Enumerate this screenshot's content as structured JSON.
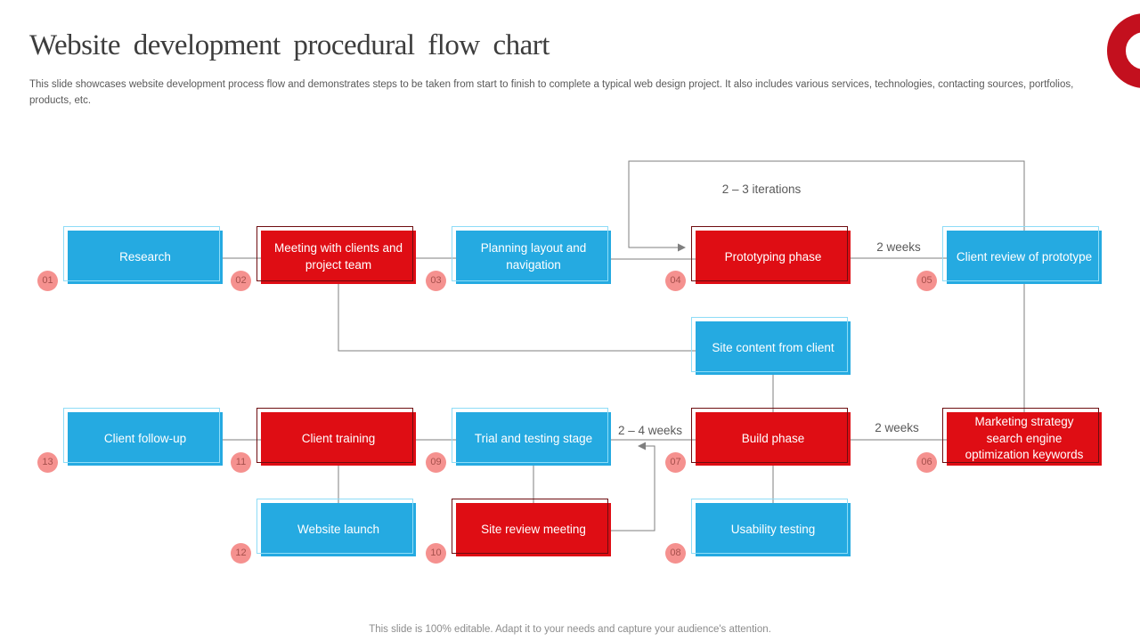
{
  "slide": {
    "title": "Website development procedural flow chart",
    "description": "This slide showcases website development process flow and demonstrates steps to be taken from start to finish to complete a typical web design project. It also includes various services, technologies, contacting sources, portfolios, products, etc.",
    "footer": "This slide is 100% editable. Adapt it to your needs and capture your audience's attention."
  },
  "colors": {
    "node_blue": "#25aae1",
    "node_blue_outline": "#8edcf7",
    "node_red": "#df0d14",
    "node_red_outline": "#6e0d10",
    "badge_background": "#f5918f",
    "badge_text": "#a6504c",
    "connector_line": "#7f7f7f",
    "logo_red": "#c3101e",
    "title_text": "#3d3d3d",
    "body_text": "#595959"
  },
  "labels": {
    "iterations": "2 – 3 iterations",
    "weeks_prototype": "2 weeks",
    "weeks_build": "2 weeks",
    "weeks_trial": "2 – 4 weeks"
  },
  "nodes": {
    "research": {
      "number": "01",
      "label": "Research",
      "color": "blue"
    },
    "meeting": {
      "number": "02",
      "label": "Meeting with clients and project team",
      "color": "red"
    },
    "planning": {
      "number": "03",
      "label": "Planning layout and navigation",
      "color": "blue"
    },
    "prototyping": {
      "number": "04",
      "label": "Prototyping phase",
      "color": "red"
    },
    "client_review": {
      "number": "05",
      "label": "Client review of prototype",
      "color": "blue"
    },
    "site_content": {
      "number": "",
      "label": "Site content from client",
      "color": "blue"
    },
    "marketing": {
      "number": "06",
      "label": "Marketing strategy search engine optimization keywords",
      "color": "red"
    },
    "build": {
      "number": "07",
      "label": "Build phase",
      "color": "red"
    },
    "usability": {
      "number": "08",
      "label": "Usability testing",
      "color": "blue"
    },
    "trial": {
      "number": "09",
      "label": "Trial and testing stage",
      "color": "blue"
    },
    "site_review": {
      "number": "10",
      "label": "Site review meeting",
      "color": "red"
    },
    "client_training": {
      "number": "11",
      "label": "Client training",
      "color": "red"
    },
    "website_launch": {
      "number": "12",
      "label": "Website launch",
      "color": "blue"
    },
    "client_followup": {
      "number": "13",
      "label": "Client follow-up",
      "color": "blue"
    }
  }
}
